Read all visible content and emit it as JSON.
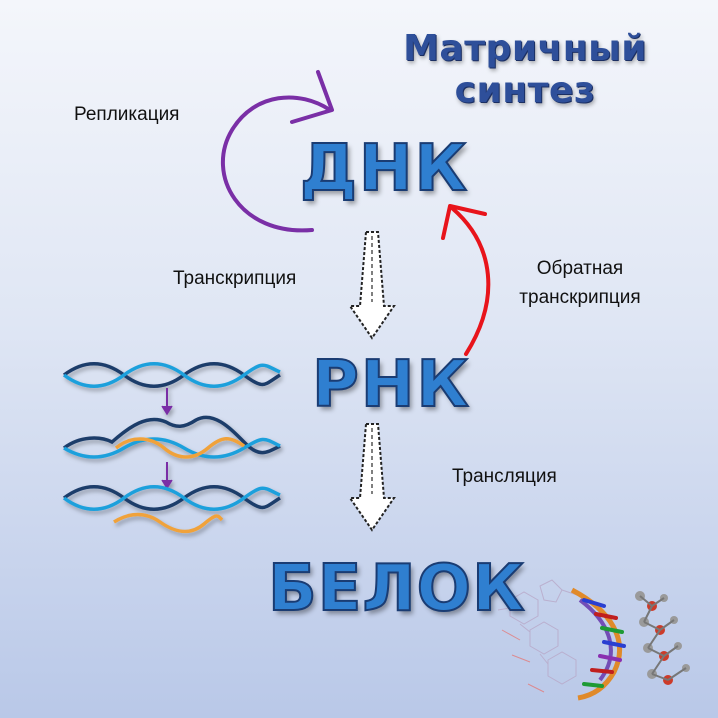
{
  "title": {
    "line1": "Матричный",
    "line2": "синтез"
  },
  "nodes": {
    "dna": "ДНК",
    "rna": "РНК",
    "protein": "БЕЛОК"
  },
  "processes": {
    "replication": "Репликация",
    "transcription": "Транскрипция",
    "reverse_line1": "Обратная",
    "reverse_line2": "транскрипция",
    "translation": "Трансляция"
  },
  "colors": {
    "replication_arrow": "#7a2fa6",
    "reverse_arrow": "#e8141b",
    "node_fill": "#2f7fd0",
    "title": "#2e4f9a",
    "strand_dark": "#1f3d6b",
    "strand_light": "#1ea0dc",
    "strand_orange": "#f0a23a"
  }
}
